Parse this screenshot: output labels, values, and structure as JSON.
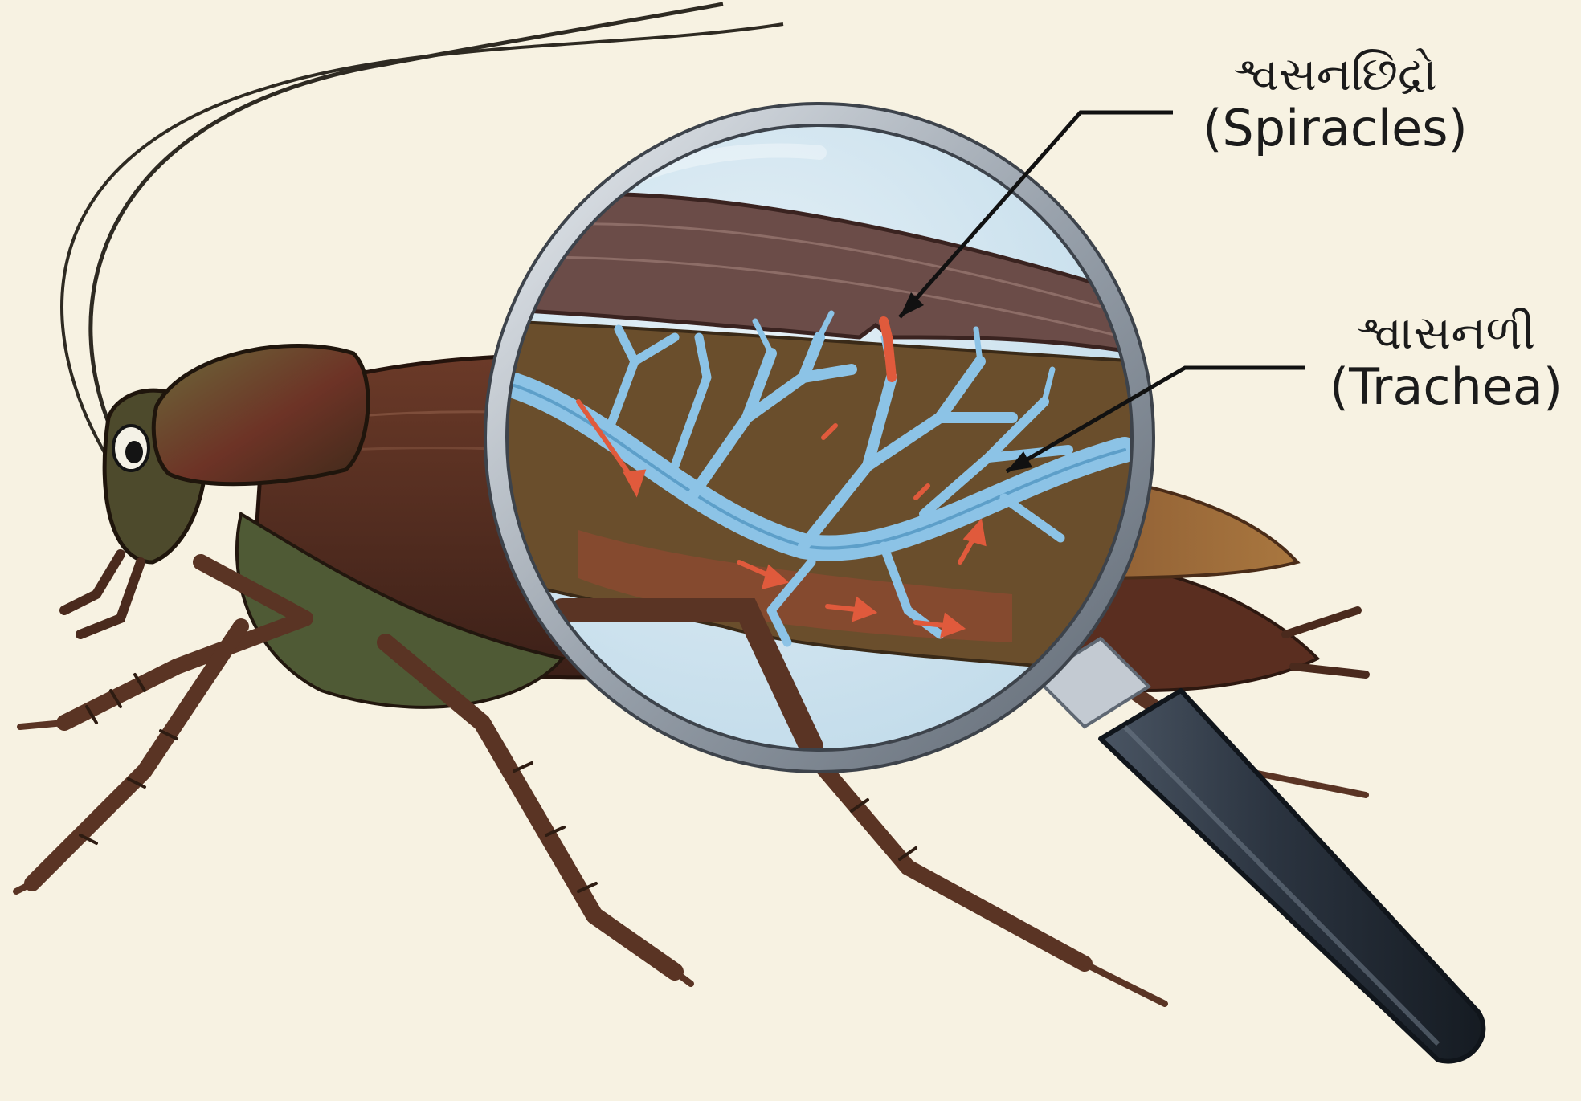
{
  "labels": {
    "spiracles": {
      "native": "શ્વસનછિદ્રો",
      "latin": "(Spiracles)"
    },
    "trachea": {
      "native": "શ્વાસનળી",
      "latin": "(Trachea)"
    }
  },
  "colors": {
    "background": "#f7f2e2",
    "body_dark": "#4e2a1f",
    "body_green": "#4f5a35",
    "wing": "#7a6f69",
    "trachea_blue": "#8cc3e6",
    "air_flow_red": "#e05a3c",
    "magnifier_frame": "#9aa3ad",
    "handle": "#2b3440"
  },
  "icons": [
    "cockroach-illustration",
    "magnifying-glass-icon",
    "trachea-network",
    "air-flow-arrows"
  ]
}
